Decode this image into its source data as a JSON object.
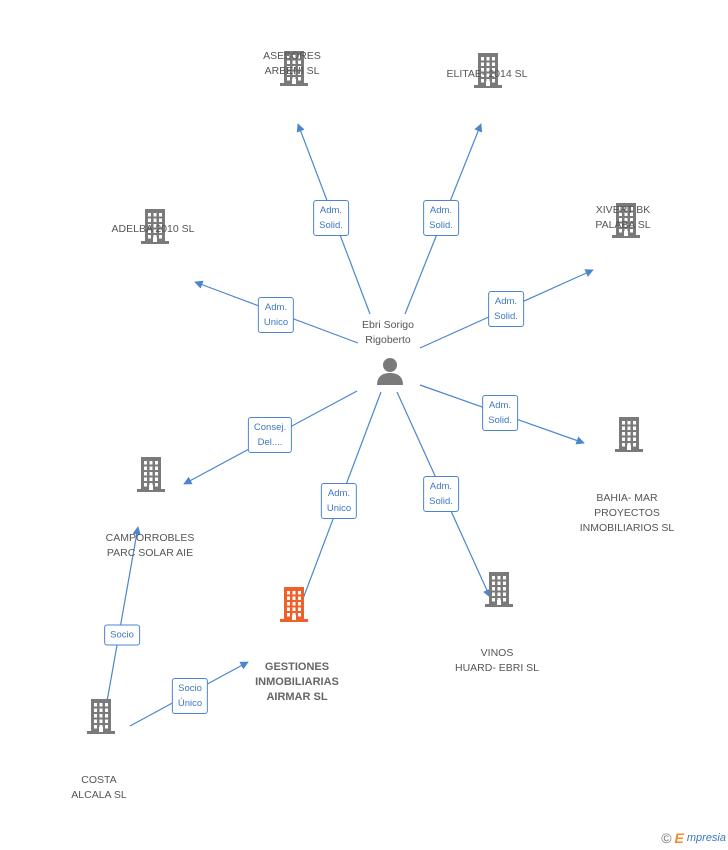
{
  "center": {
    "name": "Ebri Sorigo\nRigoberto",
    "icon": "person-icon"
  },
  "colors": {
    "edge": "#4a86d0",
    "building": "#7a7a7a",
    "highlight": "#f0602a",
    "text": "#555555"
  },
  "companies": [
    {
      "id": "asesores",
      "name": "ASESORES\nARBENI  SL",
      "icon": "building-icon"
    },
    {
      "id": "elitae",
      "name": "ELITAE- 2014  SL",
      "icon": "building-icon"
    },
    {
      "id": "adelba",
      "name": "ADELBA 2010 SL",
      "icon": "building-icon"
    },
    {
      "id": "xivert",
      "name": "XIVERT BK\nPALABA  SL",
      "icon": "building-icon"
    },
    {
      "id": "bahia",
      "name": "BAHIA- MAR\nPROYECTOS\nINMOBILIARIOS SL",
      "icon": "building-icon"
    },
    {
      "id": "camporrobles",
      "name": "CAMPORROBLES\nPARC SOLAR AIE",
      "icon": "building-icon"
    },
    {
      "id": "gestiones",
      "name": "GESTIONES\nINMOBILIARIAS\nAIRMAR SL",
      "icon": "building-icon",
      "highlight": true
    },
    {
      "id": "vinos",
      "name": "VINOS\nHUARD- EBRI  SL",
      "icon": "building-icon"
    },
    {
      "id": "costa",
      "name": "COSTA\nALCALA  SL",
      "icon": "building-icon"
    }
  ],
  "relations": [
    {
      "from": "center",
      "to": "asesores",
      "label": "Adm.\nSolid."
    },
    {
      "from": "center",
      "to": "elitae",
      "label": "Adm.\nSolid."
    },
    {
      "from": "center",
      "to": "adelba",
      "label": "Adm.\nUnico"
    },
    {
      "from": "center",
      "to": "xivert",
      "label": "Adm.\nSolid."
    },
    {
      "from": "center",
      "to": "bahia",
      "label": "Adm.\nSolid."
    },
    {
      "from": "center",
      "to": "camporrobles",
      "label": "Consej.\nDel...."
    },
    {
      "from": "center",
      "to": "gestiones",
      "label": "Adm.\nUnico"
    },
    {
      "from": "center",
      "to": "vinos",
      "label": "Adm.\nSolid."
    },
    {
      "from": "costa",
      "to": "camporrobles",
      "label": "Socio"
    },
    {
      "from": "costa",
      "to": "gestiones",
      "label": "Socio\nÚnico"
    }
  ],
  "footer": {
    "copyright": "©",
    "brand_initial": "E",
    "brand_rest": "mpresia"
  }
}
